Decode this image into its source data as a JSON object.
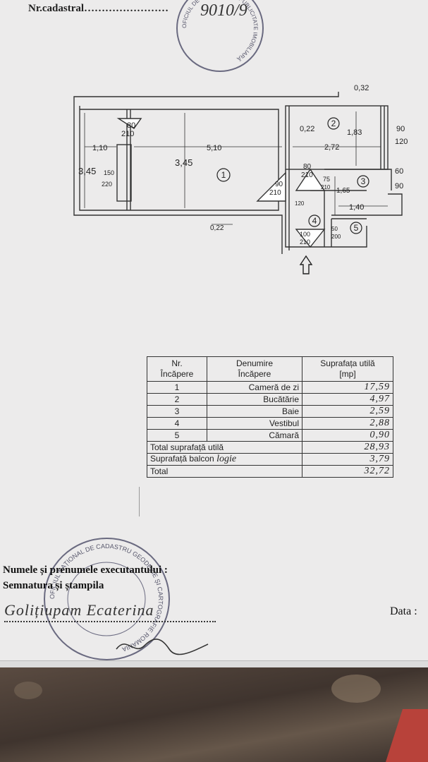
{
  "header": {
    "cadastral_label": "Nr.cadastral……………………"
  },
  "plan": {
    "dimensions": [
      "0,32",
      "80",
      "210",
      "1,10",
      "5,10",
      "3,45",
      "3,45",
      "150",
      "220",
      "0,22",
      "2,72",
      "1,83",
      "90",
      "120",
      "80",
      "210",
      "90",
      "210",
      "75",
      "210",
      "1,65",
      "60",
      "90",
      "1,40",
      "120",
      "0,22",
      "100",
      "210",
      "50",
      "200"
    ],
    "rooms": [
      "1",
      "2",
      "3",
      "4",
      "5"
    ]
  },
  "table": {
    "headers": [
      "Nr.\nÎncăpere",
      "Denumire\nÎncăpere",
      "Suprafața utilă\n[mp]"
    ],
    "rows": [
      {
        "nr": "1",
        "name": "Cameră de zi",
        "area": "17,59"
      },
      {
        "nr": "2",
        "name": "Bucătărie",
        "area": "4,97"
      },
      {
        "nr": "3",
        "name": "Baie",
        "area": "2,59"
      },
      {
        "nr": "4",
        "name": "Vestibul",
        "area": "2,88"
      },
      {
        "nr": "5",
        "name": "Cămară",
        "area": "0,90"
      }
    ],
    "total_util_label": "Total suprafață utilă",
    "total_util_value": "28,93",
    "balcon_label": "Suprafață balcon",
    "balcon_handwritten": "logie",
    "balcon_value": "3,79",
    "total_label": "Total",
    "total_value": "32,72"
  },
  "footer": {
    "executant_label": "Numele și prenumele executantului :",
    "signature_label": "Semnatura și ștampila",
    "signature_name": "Golițiupam Ecaterina",
    "data_label": "Data :"
  },
  "stamps": {
    "top": "OFICIUL DE CADASTRU ȘI PUBLICITATE IMOBILIARĂ",
    "top_handwritten": "9010/9",
    "bottom": "OFICIUL NAȚIONAL DE CADASTRU GEODEZIE ȘI CARTOGRAFIE ROMANIA"
  }
}
